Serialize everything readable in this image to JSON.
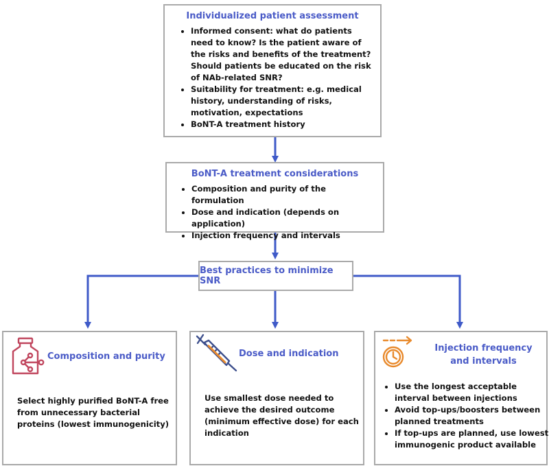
{
  "assessment": {
    "title": "Individualized patient assessment",
    "items": [
      "Informed consent: what do patients need to know? Is the patient aware of the risks and benefits of the treatment? Should patients be educated on the risk of NAb-related SNR?",
      "Suitability for treatment: e.g. medical history, understanding of risks, motivation, expectations",
      "BoNT-A treatment history"
    ]
  },
  "considerations": {
    "title": "BoNT-A treatment considerations",
    "items": [
      "Composition and purity of the formulation",
      "Dose and indication (depends on application)",
      "Injection frequency and intervals"
    ]
  },
  "best_practices": {
    "title": "Best practices to minimize SNR"
  },
  "composition": {
    "title": "Composition and purity",
    "text": "Select highly purified BoNT-A free from unnecessary bacterial proteins (lowest immunogenicity)",
    "icon": "vial-molecule-icon",
    "icon_color": "#c0455d"
  },
  "dose": {
    "title": "Dose and indication",
    "text": "Use smallest dose needed to achieve the desired outcome (minimum effective dose) for each indication",
    "icon": "syringe-icon",
    "icon_color": "#3d4f8c"
  },
  "frequency": {
    "title_line1": "Injection frequency",
    "title_line2": "and intervals",
    "items": [
      "Use the longest acceptable interval between injections",
      "Avoid top-ups/boosters between planned treatments",
      "If top-ups are planned, use lowest immunogenic product available"
    ],
    "icon": "clock-arrow-icon",
    "icon_color": "#e8892b"
  },
  "colors": {
    "title_blue": "#4a5bc7",
    "connector_blue": "#3f5ac8",
    "border_gray": "#a9a9a9"
  }
}
